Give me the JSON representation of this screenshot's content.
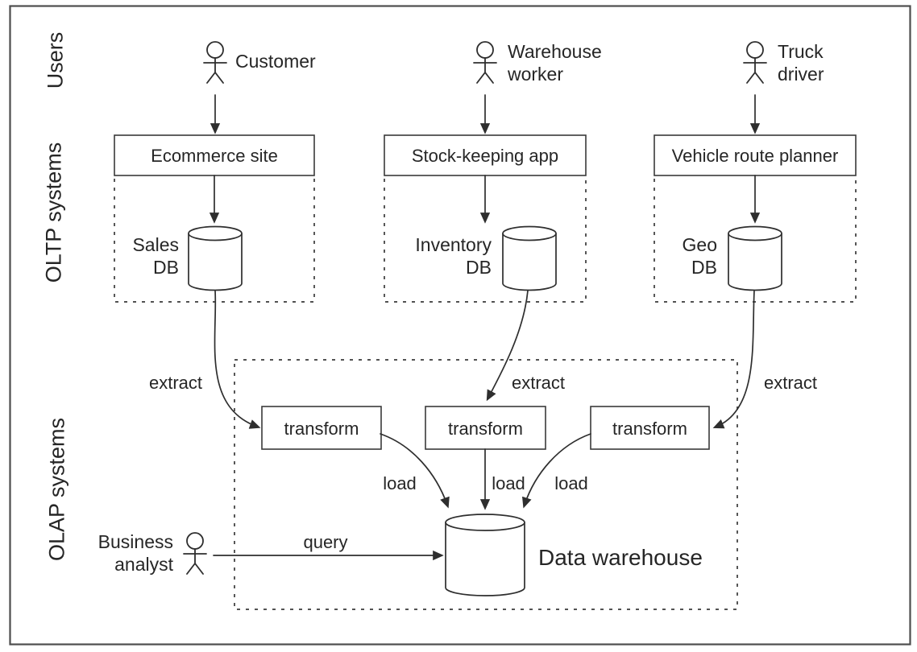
{
  "figure": {
    "lanes": {
      "users": "Users",
      "oltp": "OLTP systems",
      "olap": "OLAP systems"
    },
    "actors": {
      "customer": {
        "label": "Customer"
      },
      "warehouse_worker": {
        "line1": "Warehouse",
        "line2": "worker"
      },
      "truck_driver": {
        "line1": "Truck",
        "line2": "driver"
      },
      "business_analyst": {
        "line1": "Business",
        "line2": "analyst"
      }
    },
    "apps": {
      "ecommerce": "Ecommerce site",
      "stock_keeping": "Stock-keeping app",
      "route_planner": "Vehicle route planner"
    },
    "databases": {
      "sales": {
        "line1": "Sales",
        "line2": "DB"
      },
      "inventory": {
        "line1": "Inventory",
        "line2": "DB"
      },
      "geo": {
        "line1": "Geo",
        "line2": "DB"
      },
      "warehouse": "Data warehouse"
    },
    "flows": {
      "extract1": "extract",
      "extract2": "extract",
      "extract3": "extract",
      "transform1": "transform",
      "transform2": "transform",
      "transform3": "transform",
      "load1": "load",
      "load2": "load",
      "load3": "load",
      "query": "query"
    },
    "colors": {
      "ink": "#2b2b2b",
      "frame": "#4d4d4d",
      "background": "#ffffff"
    }
  }
}
